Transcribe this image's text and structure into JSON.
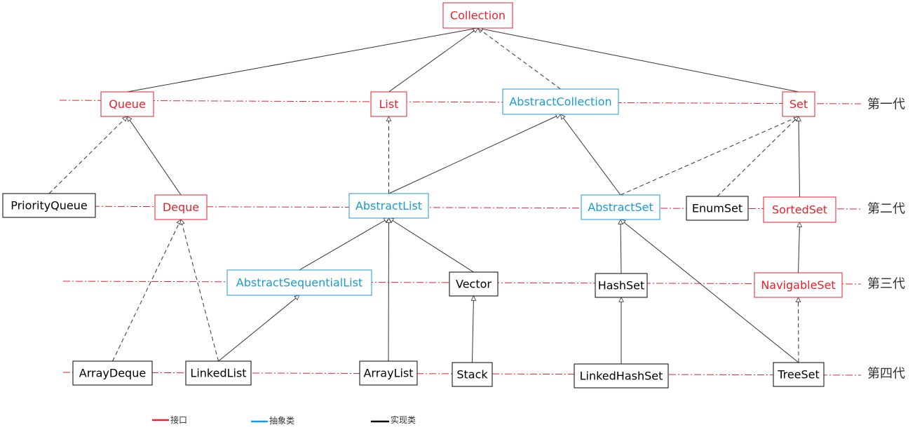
{
  "colors": {
    "interface": "#e8212a",
    "abstract": "#1a9ad6",
    "concrete": "#000000",
    "edge": "#333333",
    "generation_line": "#e8212a"
  },
  "nodes": [
    {
      "id": "collection",
      "label": "Collection",
      "kind": "interface"
    },
    {
      "id": "queue",
      "label": "Queue",
      "kind": "interface"
    },
    {
      "id": "list",
      "label": "List",
      "kind": "interface"
    },
    {
      "id": "abstractcollection",
      "label": "AbstractCollection",
      "kind": "abstract"
    },
    {
      "id": "set",
      "label": "Set",
      "kind": "interface"
    },
    {
      "id": "priorityqueue",
      "label": "PriorityQueue",
      "kind": "concrete"
    },
    {
      "id": "deque",
      "label": "Deque",
      "kind": "interface"
    },
    {
      "id": "abstractlist",
      "label": "AbstractList",
      "kind": "abstract"
    },
    {
      "id": "abstractset",
      "label": "AbstractSet",
      "kind": "abstract"
    },
    {
      "id": "enumset",
      "label": "EnumSet",
      "kind": "concrete"
    },
    {
      "id": "sortedset",
      "label": "SortedSet",
      "kind": "interface"
    },
    {
      "id": "abstractsequentiallist",
      "label": "AbstractSequentialList",
      "kind": "abstract"
    },
    {
      "id": "vector",
      "label": "Vector",
      "kind": "concrete"
    },
    {
      "id": "hashset",
      "label": "HashSet",
      "kind": "concrete"
    },
    {
      "id": "navigableset",
      "label": "NavigableSet",
      "kind": "interface"
    },
    {
      "id": "arraydeque",
      "label": "ArrayDeque",
      "kind": "concrete"
    },
    {
      "id": "linkedlist",
      "label": "LinkedList",
      "kind": "concrete"
    },
    {
      "id": "arraylist",
      "label": "ArrayList",
      "kind": "concrete"
    },
    {
      "id": "stack",
      "label": "Stack",
      "kind": "concrete"
    },
    {
      "id": "linkedhashset",
      "label": "LinkedHashSet",
      "kind": "concrete"
    },
    {
      "id": "treeset",
      "label": "TreeSet",
      "kind": "concrete"
    }
  ],
  "edges": [
    {
      "from": "queue",
      "to": "collection",
      "style": "solid"
    },
    {
      "from": "list",
      "to": "collection",
      "style": "solid"
    },
    {
      "from": "abstractcollection",
      "to": "collection",
      "style": "dashed"
    },
    {
      "from": "set",
      "to": "collection",
      "style": "solid"
    },
    {
      "from": "priorityqueue",
      "to": "queue",
      "style": "dashed"
    },
    {
      "from": "deque",
      "to": "queue",
      "style": "solid"
    },
    {
      "from": "abstractlist",
      "to": "list",
      "style": "dashed"
    },
    {
      "from": "abstractlist",
      "to": "abstractcollection",
      "style": "solid"
    },
    {
      "from": "abstractset",
      "to": "abstractcollection",
      "style": "solid"
    },
    {
      "from": "abstractset",
      "to": "set",
      "style": "dashed"
    },
    {
      "from": "enumset",
      "to": "set",
      "style": "dashed"
    },
    {
      "from": "sortedset",
      "to": "set",
      "style": "solid"
    },
    {
      "from": "navigableset",
      "to": "sortedset",
      "style": "solid"
    },
    {
      "from": "abstractsequentiallist",
      "to": "abstractlist",
      "style": "solid"
    },
    {
      "from": "vector",
      "to": "abstractlist",
      "style": "solid"
    },
    {
      "from": "arraylist",
      "to": "abstractlist",
      "style": "solid"
    },
    {
      "from": "hashset",
      "to": "abstractset",
      "style": "solid"
    },
    {
      "from": "treeset",
      "to": "abstractset",
      "style": "solid"
    },
    {
      "from": "treeset",
      "to": "navigableset",
      "style": "dashed"
    },
    {
      "from": "arraydeque",
      "to": "deque",
      "style": "dashed"
    },
    {
      "from": "linkedlist",
      "to": "deque",
      "style": "dashed"
    },
    {
      "from": "linkedlist",
      "to": "abstractsequentiallist",
      "style": "solid"
    },
    {
      "from": "stack",
      "to": "vector",
      "style": "solid"
    },
    {
      "from": "linkedhashset",
      "to": "hashset",
      "style": "solid"
    }
  ],
  "generations": [
    "第一代",
    "第二代",
    "第三代",
    "第四代"
  ],
  "legend": [
    {
      "label": "接口",
      "kind": "interface"
    },
    {
      "label": "抽象类",
      "kind": "abstract"
    },
    {
      "label": "实现类",
      "kind": "concrete"
    }
  ]
}
